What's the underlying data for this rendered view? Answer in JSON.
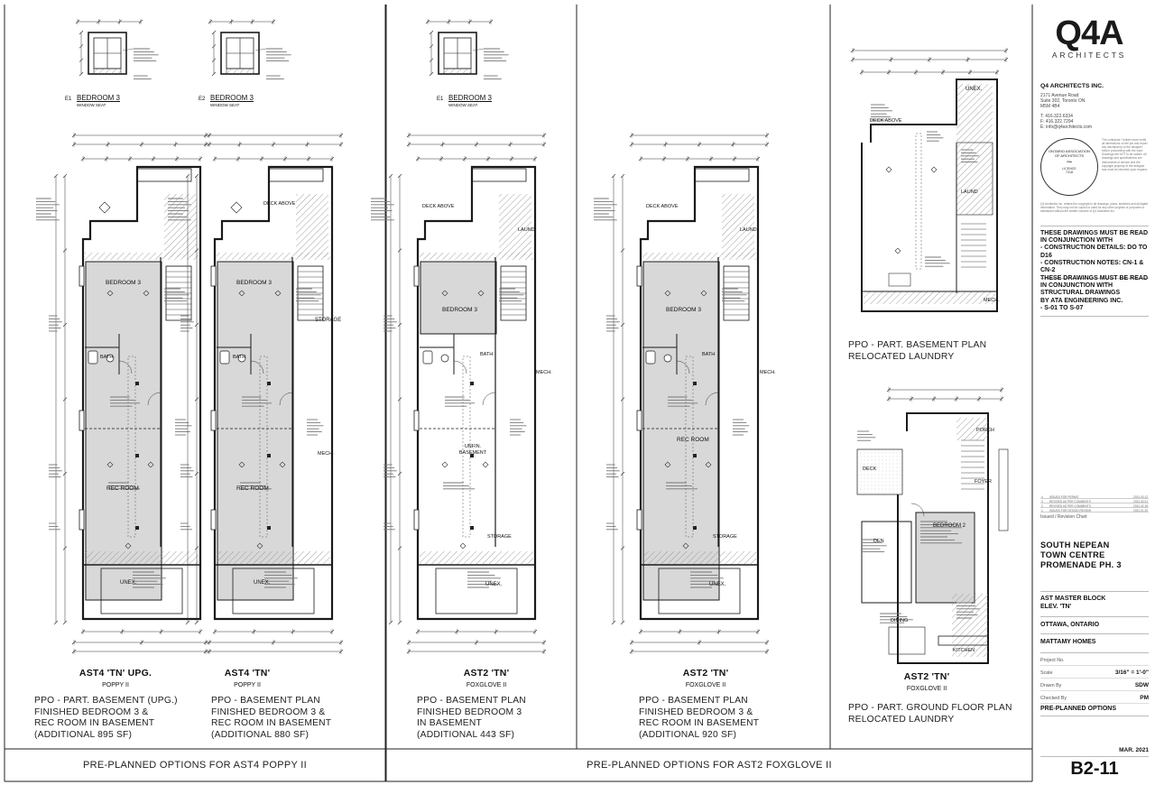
{
  "sheet": {
    "footer_poppy": "PRE-PLANNED OPTIONS FOR AST4 POPPY II",
    "footer_foxglove": "PRE-PLANNED OPTIONS FOR AST2 FOXGLOVE II"
  },
  "plans": [
    {
      "title": "AST4 'TN' UPG.",
      "subtitle": "POPPY II",
      "description": [
        "PPO - PART. BASEMENT (UPG.)",
        "FINISHED BEDROOM 3 &",
        "REC ROOM IN BASEMENT",
        "(ADDITIONAL 895 SF)"
      ]
    },
    {
      "title": "AST4 'TN'",
      "subtitle": "POPPY II",
      "description": [
        "PPO - BASEMENT PLAN",
        "FINISHED BEDROOM 3 &",
        "REC ROOM IN BASEMENT",
        "(ADDITIONAL 880 SF)"
      ]
    },
    {
      "title": "AST2 'TN'",
      "subtitle": "FOXGLOVE II",
      "description": [
        "PPO - BASEMENT PLAN",
        "FINISHED BEDROOM 3",
        "IN BASEMENT",
        "(ADDITIONAL 443 SF)"
      ]
    },
    {
      "title": "AST2 'TN'",
      "subtitle": "FOXGLOVE II",
      "description": [
        "PPO - BASEMENT PLAN",
        "FINISHED BEDROOM 3 &",
        "REC ROOM IN BASEMENT",
        "(ADDITIONAL 920 SF)"
      ]
    }
  ],
  "side_plans": [
    {
      "description": [
        "PPO - PART. BASEMENT PLAN",
        "RELOCATED LAUNDRY"
      ]
    },
    {
      "title": "AST2 'TN'",
      "subtitle": "FOXGLOVE II",
      "description": [
        "PPO - PART. GROUND FLOOR PLAN",
        "RELOCATED LAUNDRY"
      ]
    }
  ],
  "details": [
    {
      "label": "BEDROOM 3",
      "sub": "WINDOW SEAT",
      "tag": "E1"
    },
    {
      "label": "BEDROOM 3",
      "sub": "WINDOW SEAT",
      "tag": "E2"
    },
    {
      "label": "BEDROOM 3",
      "sub": "WINDOW SEAT",
      "tag": "E1"
    }
  ],
  "room_labels": {
    "bedroom3": "BEDROOM 3",
    "rec_room": "REC ROOM",
    "unex": "UNEX.",
    "bath": "BATH",
    "storage": "STORAGE",
    "unfin_basement": "UNFIN. BASEMENT",
    "laund": "LAUND",
    "mech": "MECH.",
    "deck_above": "DECK ABOVE",
    "bedroom2": "BEDROOM 2",
    "den": "DEN",
    "dining": "DINING",
    "kitchen": "KITCHEN",
    "porch": "PORCH",
    "deck": "DECK",
    "foyer": "FOYER"
  },
  "title_block": {
    "logo": "Q4A",
    "logo_sub": "ARCHITECTS",
    "firm": "Q4 ARCHITECTS INC.",
    "address": [
      "2171 Avenue Road",
      "Suite 302, Toronto ON",
      "M5M 4B4"
    ],
    "contact": [
      "T: 416.322.6334",
      "F: 416.322.7294",
      "E: info@q4architects.com"
    ],
    "seal_text": [
      "ONTARIO ASSOCIATION OF ARCHITECTS",
      "LICENCE",
      "7318"
    ],
    "disclaimer": "The contractor / builder must verify all dimensions on the job and report any discrepancy to the designer before proceeding with the work. Drawings are NOT to be scaled. All drawings and specifications are instruments of service and the copyright property of the designer and must be returned upon request.",
    "copyright": "Q4 Architects Inc. retains the copyright in all drawings, plans, sketches and all digital information. They may not be copied or used for any other projects or purposes or distributed without the written consent of Q4 Architects Inc.",
    "note1": [
      "THESE DRAWINGS MUST BE READ",
      "IN CONJUNCTION WITH",
      "- CONSTRUCTION DETAILS: DO TO D16",
      "- CONSTRUCTION NOTES: CN-1 & CN-2"
    ],
    "note2": [
      "THESE DRAWINGS MUST BE READ",
      "IN CONJUNCTION WITH",
      "STRUCTURAL DRAWINGS",
      "BY ATA ENGINEERING INC.",
      "- S-01 TO S-07"
    ],
    "revisions": [
      {
        "no": "4",
        "desc": "ISSUED FOR PERMIT",
        "date": "2021.03.12"
      },
      {
        "no": "3",
        "desc": "REVISED AS PER COMMENTS",
        "date": "2021.03.01"
      },
      {
        "no": "2",
        "desc": "REVISED AS PER COMMENTS",
        "date": "2021.02.15"
      },
      {
        "no": "1",
        "desc": "ISSUED FOR DESIGN REVIEW",
        "date": "2021.01.20"
      }
    ],
    "revision_caption": "Issued / Revision Chart",
    "project": [
      "SOUTH NEPEAN",
      "TOWN CENTRE",
      "PROMENADE PH. 3"
    ],
    "block": [
      "AST MASTER BLOCK",
      "ELEV. 'TN'"
    ],
    "location": "OTTAWA, ONTARIO",
    "client": "MATTAMY HOMES",
    "fields": [
      {
        "label": "Project No.",
        "value": ""
      },
      {
        "label": "Scale",
        "value": "3/16\" = 1'-0\""
      },
      {
        "label": "Drawn By",
        "value": "SDW"
      },
      {
        "label": "Checked By",
        "value": "PM"
      }
    ],
    "sheet_name": "PRE-PLANNED OPTIONS",
    "date": "MAR. 2021",
    "sheet_no": "B2-11"
  },
  "colors": {
    "line": "#1a1a1a",
    "room_fill": "#d8d8d8",
    "hatch": "#9a9a9a"
  }
}
